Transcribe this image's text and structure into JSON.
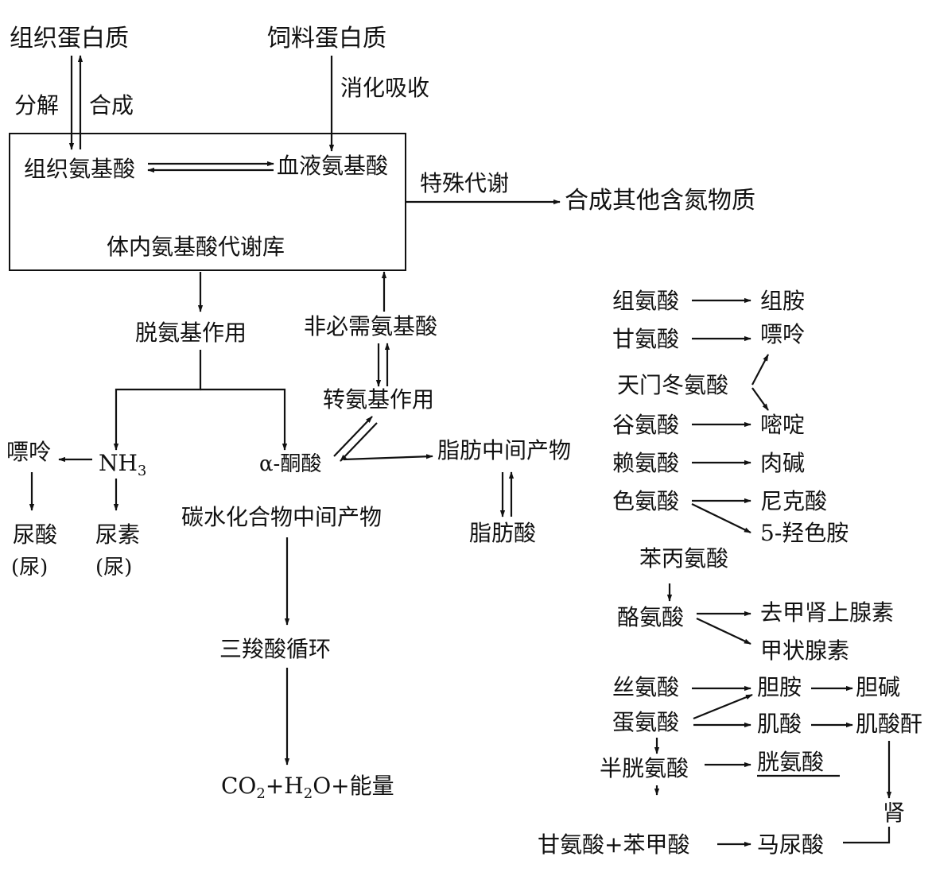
{
  "labels": {
    "tissue_protein": "组织蛋白质",
    "feed_protein": "饲料蛋白质",
    "decompose": "分解",
    "synthesize": "合成",
    "digest_absorb": "消化吸收",
    "tissue_aa": "组织氨基酸",
    "blood_aa": "血液氨基酸",
    "special_metabolism": "特殊代谢",
    "other_n_compounds": "合成其他含氮物质",
    "aa_pool": "体内氨基酸代谢库",
    "deamination": "脱氨基作用",
    "nonessential_aa": "非必需氨基酸",
    "transamination": "转氨基作用",
    "purine_left": "嘌呤",
    "nh3_main": "NH",
    "nh3_sub": "3",
    "keto_acid": "α-酮酸",
    "fat_intermediate": "脂肪中间产物",
    "fatty_acid": "脂肪酸",
    "uric_acid": "尿酸",
    "uric_acid_note": "(尿)",
    "urea": "尿素",
    "urea_note": "(尿)",
    "carb_intermediate": "碳水化合物中间产物",
    "tca_cycle": "三羧酸循环",
    "final_co2": "CO",
    "final_sub2": "2",
    "final_plus_h": "+H",
    "final_sub2b": "2",
    "final_o_energy": "O+能量"
  },
  "special": {
    "histidine": "组氨酸",
    "histamine": "组胺",
    "glycine": "甘氨酸",
    "purine": "嘌呤",
    "aspartate": "天门冬氨酸",
    "glutamate": "谷氨酸",
    "pyrimidine": "嘧啶",
    "lysine": "赖氨酸",
    "carnitine": "肉碱",
    "tryptophan": "色氨酸",
    "niacin": "尼克酸",
    "serotonin": "5-羟色胺",
    "phenylalanine": "苯丙氨酸",
    "tyrosine": "酪氨酸",
    "norepinephrine": "去甲肾上腺素",
    "thyroxine": "甲状腺素",
    "serine": "丝氨酸",
    "ethanolamine": "胆胺",
    "choline": "胆碱",
    "methionine": "蛋氨酸",
    "creatine": "肌酸",
    "creatinine": "肌酸酐",
    "cysteine": "半胱氨酸",
    "cystine": "胱氨酸",
    "kidney": "肾",
    "gly_benzoic": "甘氨酸+苯甲酸",
    "hippuric": "马尿酸"
  }
}
